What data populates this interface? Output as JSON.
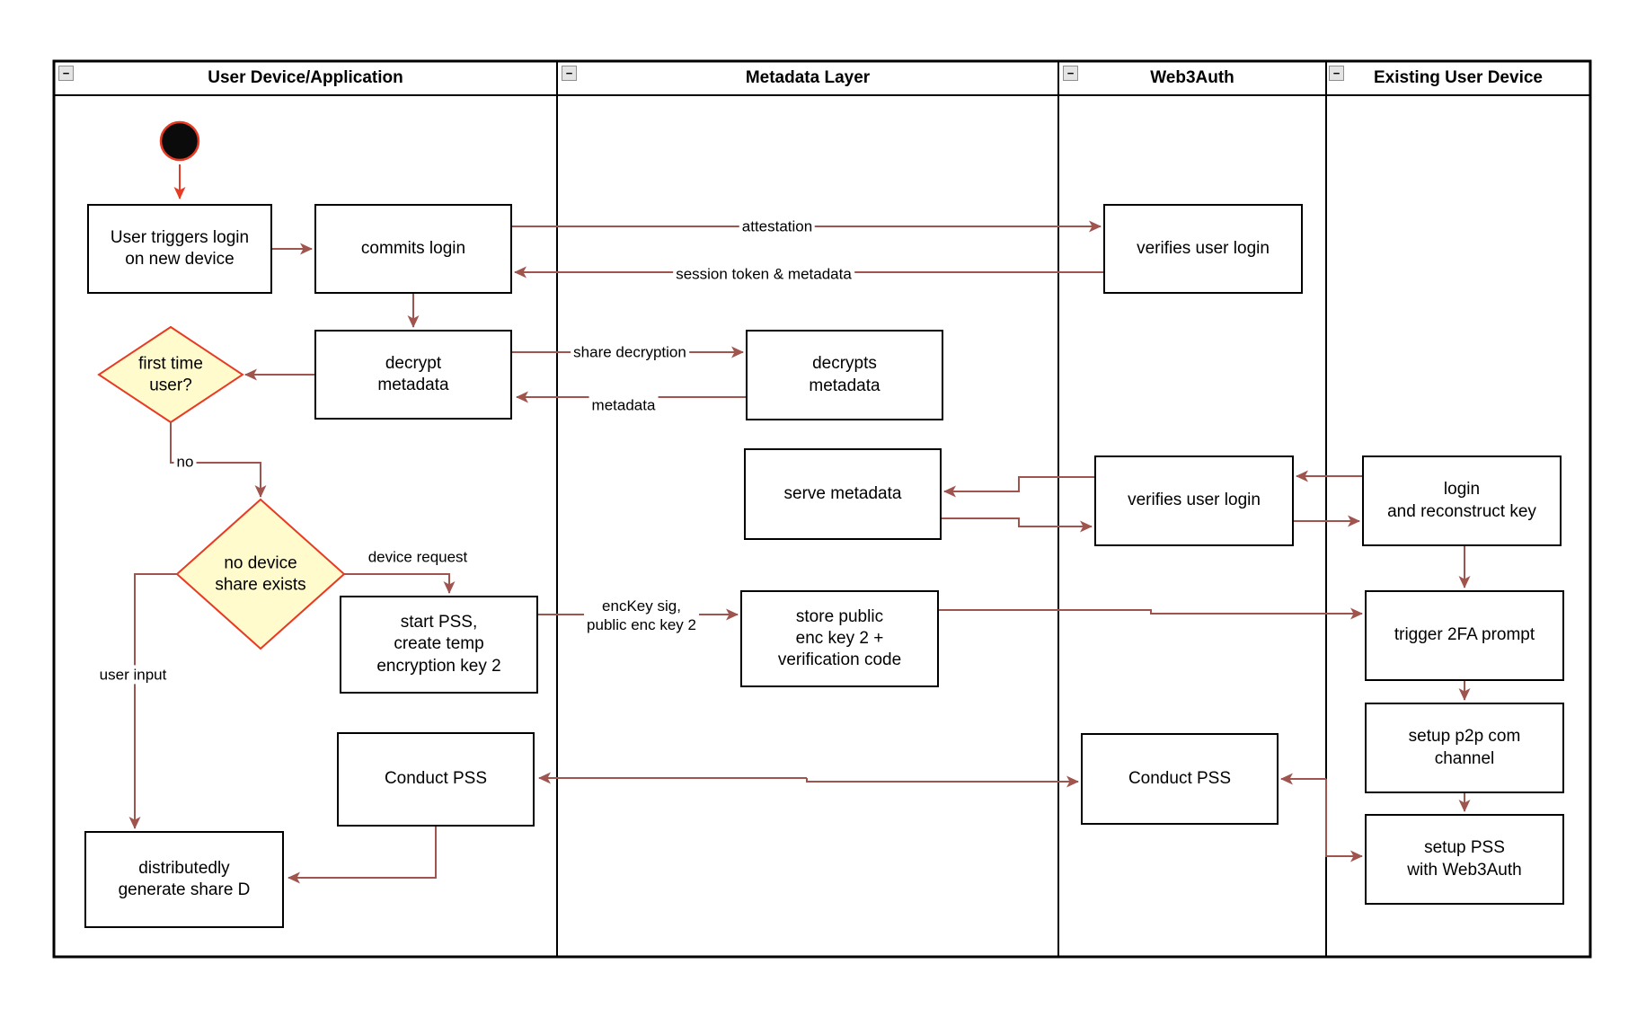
{
  "colors": {
    "connector": "#a0544e",
    "flow_accent": "#e73b23",
    "diamond_fill": "#fffbcc",
    "frame": "#000000",
    "start_node_fill": "#0b0b0b"
  },
  "icons": {
    "collapse": "−"
  },
  "lanes": [
    {
      "label": "User Device/Application"
    },
    {
      "label": "Metadata Layer"
    },
    {
      "label": "Web3Auth"
    },
    {
      "label": "Existing User Device"
    }
  ],
  "nodes": {
    "user_triggers": {
      "label": "User triggers login\non new device"
    },
    "commits_login": {
      "label": "commits login"
    },
    "verifies_login_1": {
      "label": "verifies user login"
    },
    "decrypt_metadata": {
      "label": "decrypt\nmetadata"
    },
    "decrypts_metadata": {
      "label": "decrypts\nmetadata"
    },
    "first_time_user": {
      "label": "first time\nuser?"
    },
    "serve_metadata": {
      "label": "serve metadata"
    },
    "verifies_login_2": {
      "label": "verifies user login"
    },
    "login_reconstruct": {
      "label": "login\nand reconstruct key"
    },
    "no_device_share": {
      "label": "no device\nshare exists"
    },
    "start_pss": {
      "label": "start PSS,\ncreate temp\nencryption key 2"
    },
    "store_public": {
      "label": "store public\nenc key 2 +\nverification code"
    },
    "trigger_2fa": {
      "label": "trigger 2FA prompt"
    },
    "setup_p2p": {
      "label": "setup p2p com\nchannel"
    },
    "setup_pss": {
      "label": "setup PSS\nwith Web3Auth"
    },
    "conduct_pss_user": {
      "label": "Conduct PSS"
    },
    "conduct_pss_web3auth": {
      "label": "Conduct PSS"
    },
    "distributedly_generate": {
      "label": "distributedly\ngenerate share D"
    }
  },
  "edge_labels": {
    "attestation": "attestation",
    "session_token": "session token & metadata",
    "share_decryption": "share decryption",
    "metadata": "metadata",
    "no": "no",
    "device_request": "device request",
    "user_input": "user input",
    "enckey_sig": "encKey sig,\npublic enc key 2"
  }
}
